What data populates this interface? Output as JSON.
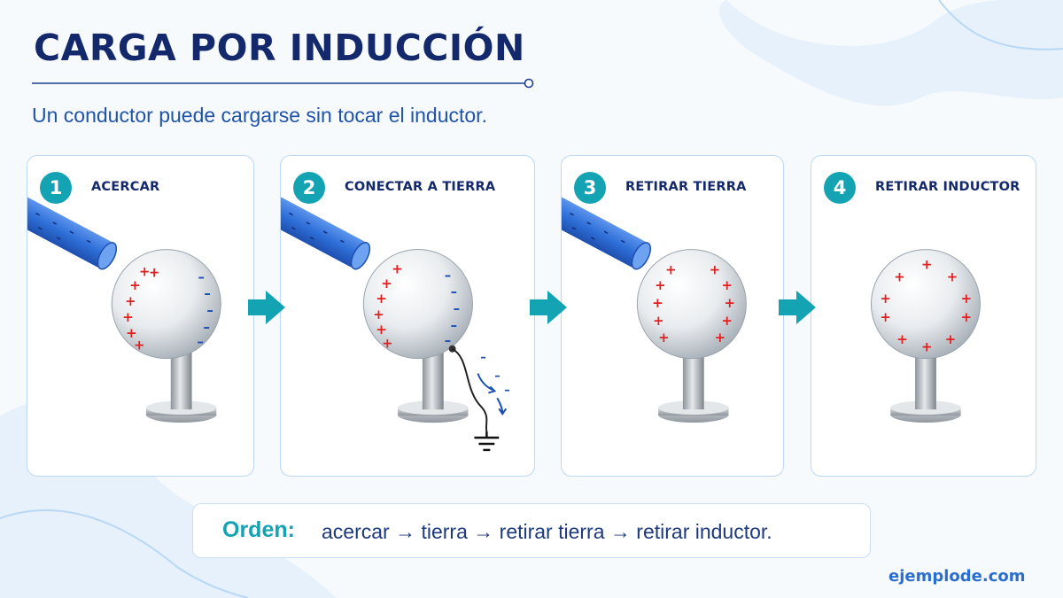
{
  "title": "CARGA POR INDUCCIÓN",
  "subtitle": "Un conductor puede cargarse sin tocar el inductor.",
  "colors": {
    "title": "#13296b",
    "accent": "#14a3b3",
    "positive_charge": "#e02020",
    "negative_charge": "#1b4fb5",
    "rod": "#2f6fd8",
    "panel_border": "#bcd8f4"
  },
  "steps": [
    {
      "number": "1",
      "label": "ACERCAR",
      "icon": "charged-rod-and-sphere"
    },
    {
      "number": "2",
      "label": "CONECTAR A TIERRA",
      "icon": "ground-wire"
    },
    {
      "number": "3",
      "label": "RETIRAR TIERRA",
      "icon": "charged-rod-and-sphere"
    },
    {
      "number": "4",
      "label": "RETIRAR INDUCTOR",
      "icon": "charged-sphere"
    }
  ],
  "charge_symbols": {
    "positive": "+",
    "negative": "–"
  },
  "order": {
    "label": "Orden:",
    "text": "acercar → tierra → retirar tierra → retirar inductor."
  },
  "footer": "ejemplode.com"
}
